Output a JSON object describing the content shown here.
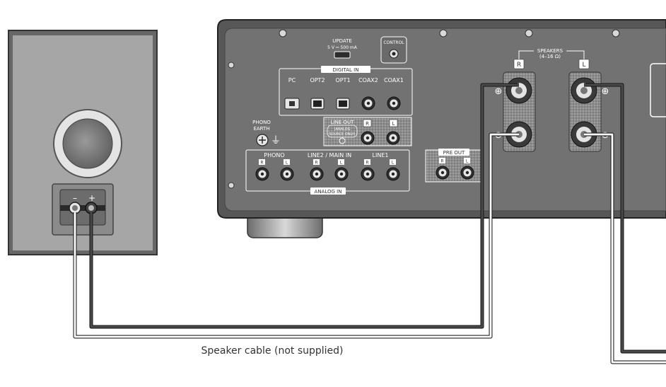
{
  "amplifier": {
    "update_label": "UPDATE",
    "update_spec": "5 V ⎓ 500 mA",
    "control_label": "CONTROL",
    "digital_in_label": "DIGITAL IN",
    "digital_inputs": [
      "PC",
      "OPT2",
      "OPT1",
      "COAX2",
      "COAX1"
    ],
    "phono_earth_line1": "PHONO",
    "phono_earth_line2": "EARTH",
    "ground_symbol": "⏚",
    "line_out_label": "LINE OUT",
    "line_out_note_line1": "(ANALOG",
    "line_out_note_line2": "SOURCE ONLY)",
    "analog_groups": [
      "PHONO",
      "LINE2 / MAIN IN",
      "LINE1"
    ],
    "analog_in_label": "ANALOG IN",
    "pre_out_label": "PRE OUT",
    "speakers_label": "SPEAKERS",
    "speakers_impedance": "(4–16 Ω)",
    "channel_right": "R",
    "channel_left": "L",
    "plus_symbol": "⊕",
    "minus_symbol": "⊖"
  },
  "speaker": {
    "minus_label": "–",
    "plus_label": "+"
  },
  "caption": "Speaker cable (not supplied)",
  "colors": {
    "panel": "#6f6f6f",
    "panel_edge": "#555555",
    "speaker_face": "#a6a6a6",
    "speaker_frame": "#6a6a6a",
    "cable_dark": "#3c3c3c",
    "cable_light": "#ffffff",
    "label_box": "#ffffff"
  }
}
